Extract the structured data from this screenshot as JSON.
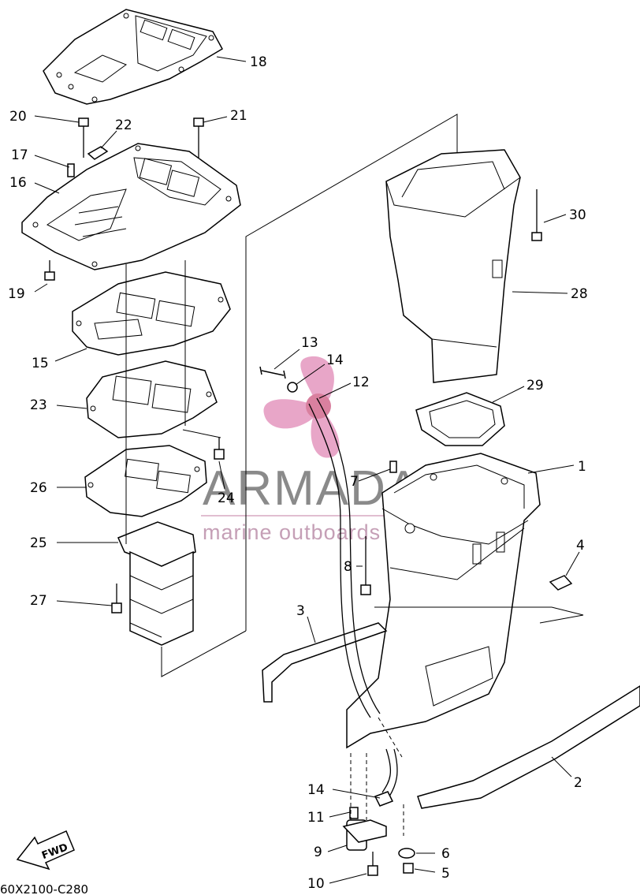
{
  "diagram_code": "60X2100-C280",
  "watermark": {
    "brand": "ARMADA",
    "tagline": "marine outboards",
    "logo_color": "#e8a6c8"
  },
  "direction_marker": "FWD",
  "callouts": [
    {
      "id": "c1",
      "label": "1"
    },
    {
      "id": "c2",
      "label": "2"
    },
    {
      "id": "c3",
      "label": "3"
    },
    {
      "id": "c4",
      "label": "4"
    },
    {
      "id": "c5",
      "label": "5"
    },
    {
      "id": "c6",
      "label": "6"
    },
    {
      "id": "c7",
      "label": "7"
    },
    {
      "id": "c8",
      "label": "8"
    },
    {
      "id": "c9",
      "label": "9"
    },
    {
      "id": "c10",
      "label": "10"
    },
    {
      "id": "c11",
      "label": "11"
    },
    {
      "id": "c12",
      "label": "12"
    },
    {
      "id": "c13",
      "label": "13"
    },
    {
      "id": "c14a",
      "label": "14"
    },
    {
      "id": "c14b",
      "label": "14"
    },
    {
      "id": "c15",
      "label": "15"
    },
    {
      "id": "c16",
      "label": "16"
    },
    {
      "id": "c17",
      "label": "17"
    },
    {
      "id": "c18",
      "label": "18"
    },
    {
      "id": "c19",
      "label": "19"
    },
    {
      "id": "c20",
      "label": "20"
    },
    {
      "id": "c21",
      "label": "21"
    },
    {
      "id": "c22",
      "label": "22"
    },
    {
      "id": "c23",
      "label": "23"
    },
    {
      "id": "c24",
      "label": "24"
    },
    {
      "id": "c25",
      "label": "25"
    },
    {
      "id": "c26",
      "label": "26"
    },
    {
      "id": "c27",
      "label": "27"
    },
    {
      "id": "c28",
      "label": "28"
    },
    {
      "id": "c29",
      "label": "29"
    },
    {
      "id": "c30",
      "label": "30"
    }
  ]
}
